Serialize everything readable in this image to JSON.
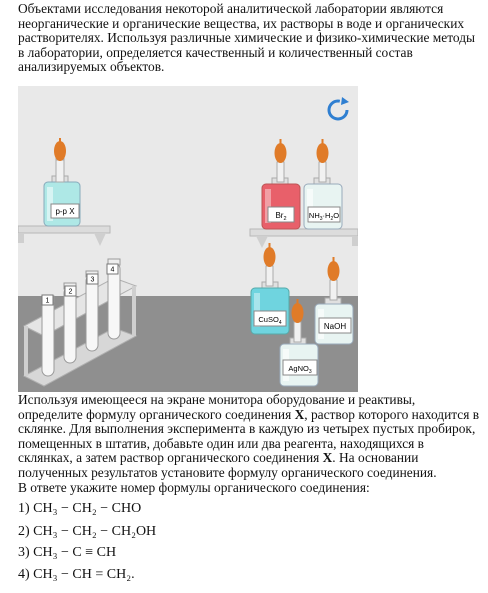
{
  "intro": "Объектами исследования некоторой аналитической лаборатории являются неорганические и органические вещества, их растворы в воде и органических растворителях. Используя различные химические и физико-химические методы в лаборатории, определяется качественный и количественный состав анализируемых объектов.",
  "lab": {
    "reload_icon": "reload-icon",
    "bottle_x_label": "р-р X",
    "tube_numbers": [
      "1",
      "2",
      "3",
      "4"
    ],
    "reagents": {
      "br2": "Br",
      "br2_sub": "2",
      "nh3_a": "NH",
      "nh3_sub": "3",
      "nh3_b": "·H",
      "nh3_sub2": "2",
      "nh3_c": "O",
      "cuso4": "CuSO",
      "cuso4_sub": "4",
      "naoh": "NaOH",
      "agno3": "AgNO",
      "agno3_sub": "3"
    },
    "colors": {
      "wall": "#e9e9e9",
      "floor": "#8f8f8f",
      "bottle_x": "#aee8e6",
      "br2": "#e8606a",
      "cuso4": "#6fd4df",
      "clear": "#e8f4f2",
      "cap": "#e07b28"
    }
  },
  "task": {
    "p1": "Используя имеющееся на экране монитора оборудование и реактивы, определите формулу органического соединения ",
    "x1": "X",
    "p2": ", раствор которого находится в склянке. Для выполнения эксперимента в каждую из четырех пустых пробирок, помещенных в штатив, добавьте один или два реагента, находящихся в склянках, а затем раствор органического соединения ",
    "x2": "X",
    "p3": ". На основании полученных результатов установите формулу органического соединения.",
    "p4": "В ответе укажите номер формулы органического соединения:"
  },
  "answers": [
    {
      "num": "1)",
      "formula": "CH₃ − CH₂ − CHO"
    },
    {
      "num": "2)",
      "formula": "CH₃ − CH₂ − CH₂OH"
    },
    {
      "num": "3)",
      "formula": "CH₃ − C ≡ CH"
    },
    {
      "num": "4)",
      "formula": "CH₃ − CH = CH₂."
    }
  ]
}
